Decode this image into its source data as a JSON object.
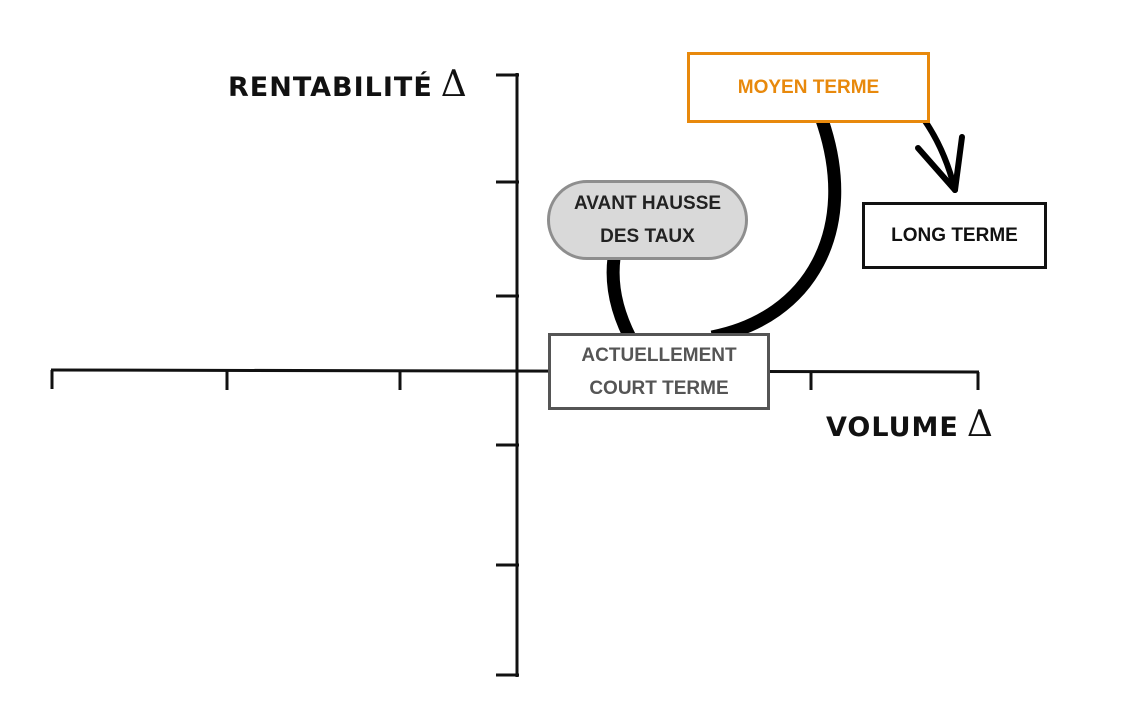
{
  "axes": {
    "y_label": "RENTABILITÉ",
    "x_label": "VOLUME",
    "delta_symbol": "Δ"
  },
  "boxes": {
    "current": {
      "line1": "ACTUELLEMENT",
      "line2": "COURT TERME"
    },
    "before_rate_hike": {
      "line1": "AVANT HAUSSE",
      "line2": "DES TAUX"
    },
    "medium_term": {
      "label": "MOYEN TERME"
    },
    "long_term": {
      "label": "LONG TERME"
    }
  },
  "colors": {
    "axis": "#111111",
    "curve": "#000000",
    "medium_term": "#e8890c",
    "current_border": "#555555",
    "before_fill": "#d9d9d9"
  }
}
